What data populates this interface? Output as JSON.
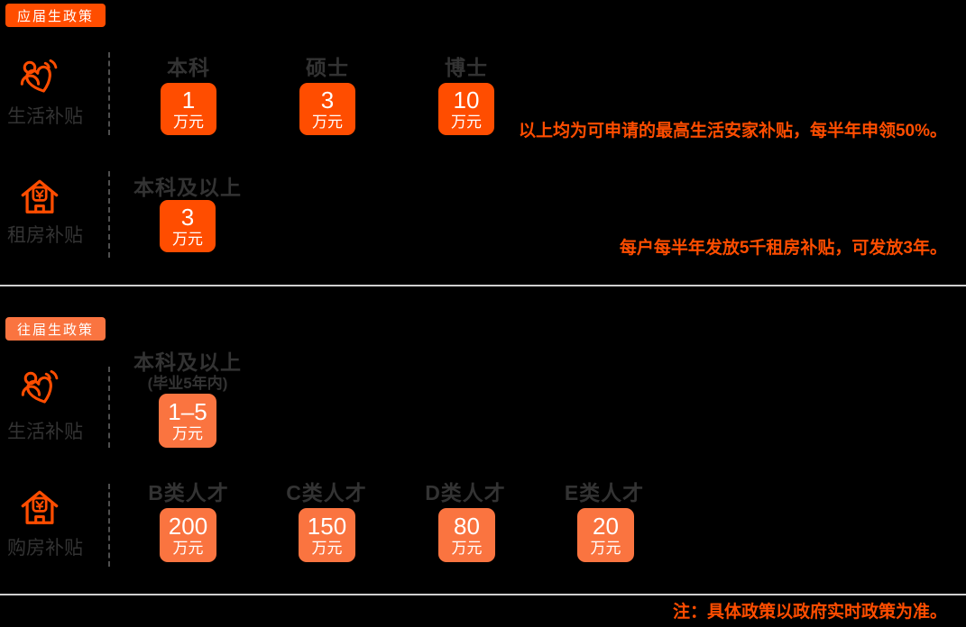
{
  "colors": {
    "primary": "#FF4D00",
    "secondary": "#FA7440",
    "dark": "#333333",
    "divider": "#CFCFCF",
    "dash": "#4F4F4F"
  },
  "sections": [
    {
      "badge": "应届生政策",
      "rows": [
        {
          "icon": "care-icon",
          "label": "生活补贴",
          "columns": [
            {
              "header": "本科",
              "value": "1",
              "unit": "万元"
            },
            {
              "header": "硕士",
              "value": "3",
              "unit": "万元"
            },
            {
              "header": "博士",
              "value": "10",
              "unit": "万元"
            }
          ],
          "note": "以上均为可申请的最高生活安家补贴，每半年申领50%。"
        },
        {
          "icon": "house-icon",
          "label": "租房补贴",
          "columns": [
            {
              "header": "本科及以上",
              "value": "3",
              "unit": "万元"
            }
          ],
          "note": "每户每半年发放5千租房补贴，可发放3年。"
        }
      ]
    },
    {
      "badge": "往届生政策",
      "rows": [
        {
          "icon": "care-icon",
          "label": "生活补贴",
          "columns": [
            {
              "header": "本科及以上",
              "subheader": "(毕业5年内)",
              "value": "1–5",
              "unit": "万元"
            }
          ]
        },
        {
          "icon": "house-icon",
          "label": "购房补贴",
          "columns": [
            {
              "header": "B类人才",
              "value": "200",
              "unit": "万元"
            },
            {
              "header": "C类人才",
              "value": "150",
              "unit": "万元"
            },
            {
              "header": "D类人才",
              "value": "80",
              "unit": "万元"
            },
            {
              "header": "E类人才",
              "value": "20",
              "unit": "万元"
            }
          ]
        }
      ]
    }
  ],
  "footer": {
    "note": "注：具体政策以政府实时政策为准。"
  }
}
